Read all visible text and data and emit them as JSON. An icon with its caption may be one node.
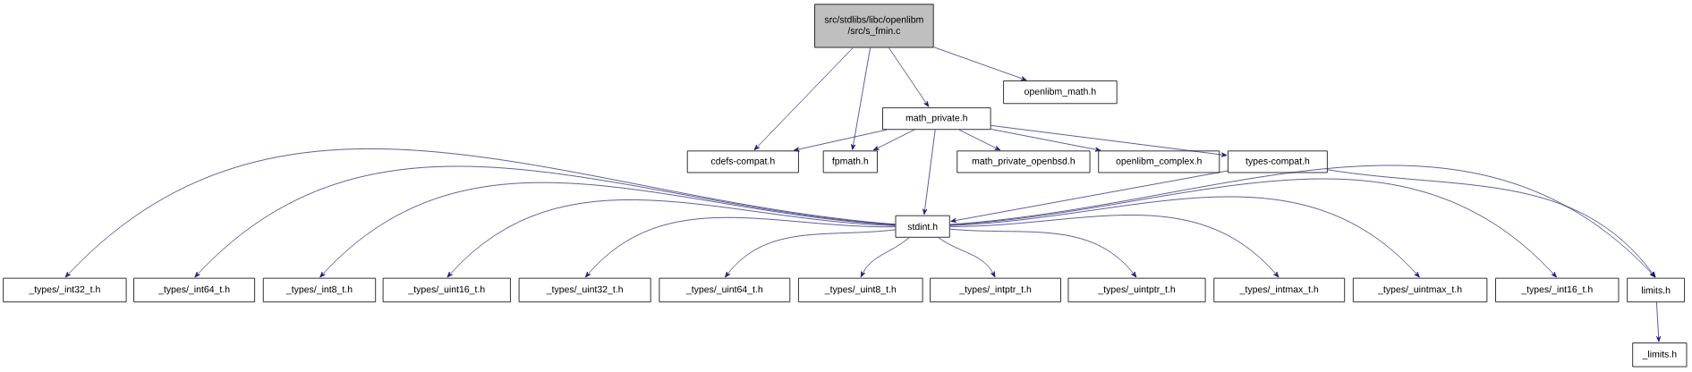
{
  "diagram": {
    "nodes": [
      {
        "text": [
          "src/stdlibs/libc/openlibm /src/s_fmin.c"
        ]
      },
      {
        "text": [
          "math_private.h"
        ]
      },
      {
        "text": [
          "openlibm_math.h"
        ]
      },
      {
        "text": [
          "cdefs-compat.h"
        ]
      },
      {
        "text": [
          "fpmath.h"
        ]
      },
      {
        "text": [
          "math_private_openbsd.h"
        ]
      },
      {
        "text": [
          "openlibm_complex.h"
        ]
      },
      {
        "text": [
          "types-compat.h"
        ]
      },
      {
        "text": [
          "stdint.h"
        ]
      },
      {
        "text": [
          "_types/_int32_t.h"
        ]
      },
      {
        "text": [
          "_types/_int64_t.h"
        ]
      },
      {
        "text": [
          "_types/_int8_t.h"
        ]
      },
      {
        "text": [
          "_types/_uint16_t.h"
        ]
      },
      {
        "text": [
          "_types/_uint32_t.h"
        ]
      },
      {
        "text": [
          "_types/_uint64_t.h"
        ]
      },
      {
        "text": [
          "_types/_uint8_t.h"
        ]
      },
      {
        "text": [
          "_types/_intptr_t.h"
        ]
      },
      {
        "text": [
          "_types/_uintptr_t.h"
        ]
      },
      {
        "text": [
          "_types/_intmax_t.h"
        ]
      },
      {
        "text": [
          "_types/_uintmax_t.h"
        ]
      },
      {
        "text": [
          "_types/_int16_t.h"
        ]
      },
      {
        "text": [
          "limits.h"
        ]
      },
      {
        "text": [
          "_limits.h"
        ]
      }
    ],
    "edges": [
      {
        "from": 0,
        "to": 3,
        "arrow": "to"
      },
      {
        "from": 0,
        "to": 4,
        "arrow": "to"
      },
      {
        "from": 0,
        "to": 1,
        "arrow": "to"
      },
      {
        "from": 0,
        "to": 2,
        "arrow": "to"
      },
      {
        "from": 1,
        "to": 3,
        "arrow": "to"
      },
      {
        "from": 1,
        "to": 4,
        "arrow": "to"
      },
      {
        "from": 1,
        "to": 8,
        "arrow": "to"
      },
      {
        "from": 1,
        "to": 5,
        "arrow": "to"
      },
      {
        "from": 1,
        "to": 6,
        "arrow": "to"
      },
      {
        "from": 1,
        "to": 7,
        "arrow": "to"
      },
      {
        "from": 7,
        "to": 8,
        "arrow": "to"
      },
      {
        "from": 7,
        "to": 21,
        "arrow": "to"
      },
      {
        "from": 8,
        "to": 9,
        "arrow": "to"
      },
      {
        "from": 8,
        "to": 10,
        "arrow": "to"
      },
      {
        "from": 8,
        "to": 11,
        "arrow": "to"
      },
      {
        "from": 8,
        "to": 12,
        "arrow": "to"
      },
      {
        "from": 8,
        "to": 13,
        "arrow": "to"
      },
      {
        "from": 8,
        "to": 14,
        "arrow": "to"
      },
      {
        "from": 8,
        "to": 15,
        "arrow": "to"
      },
      {
        "from": 8,
        "to": 16,
        "arrow": "to"
      },
      {
        "from": 8,
        "to": 17,
        "arrow": "to"
      },
      {
        "from": 8,
        "to": 18,
        "arrow": "to"
      },
      {
        "from": 8,
        "to": 19,
        "arrow": "to"
      },
      {
        "from": 8,
        "to": 20,
        "arrow": "to"
      },
      {
        "from": 8,
        "to": 21,
        "arrow": "to"
      },
      {
        "from": 21,
        "to": 22,
        "arrow": "to"
      }
    ]
  }
}
